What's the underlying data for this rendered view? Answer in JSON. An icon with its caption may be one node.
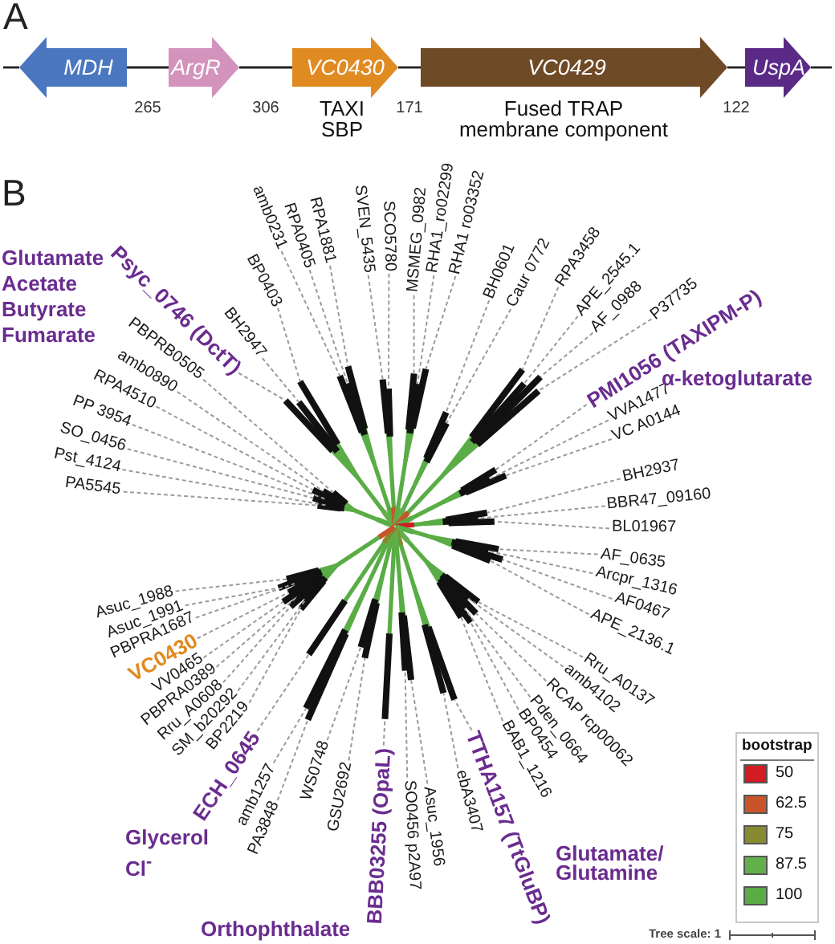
{
  "diagram": {
    "nodes": [
      {
        "text": [
          "MDH"
        ]
      },
      {
        "text": [
          "ArgR"
        ]
      },
      {
        "text": [
          "VC0430"
        ],
        "beside": [
          "TAXI SBP"
        ]
      },
      {
        "text": [
          "VC0429"
        ],
        "beside": [
          "Fused TRAP membrane component"
        ]
      },
      {
        "text": [
          "UspA"
        ]
      },
      {
        "text": [
          "PA5545"
        ]
      },
      {
        "text": [
          "Pst_4124"
        ]
      },
      {
        "text": [
          "SO_0456"
        ]
      },
      {
        "text": [
          "PP 3954"
        ]
      },
      {
        "text": [
          "RPA4510"
        ]
      },
      {
        "text": [
          "amb0890"
        ]
      },
      {
        "text": [
          "PBPRB0505"
        ]
      },
      {
        "text": [
          "Psyc_0746 (DctT)"
        ]
      },
      {
        "text": [
          "BH2947"
        ]
      },
      {
        "text": [
          "BP0403"
        ]
      },
      {
        "text": [
          "amb0231"
        ]
      },
      {
        "text": [
          "RPA0405"
        ]
      },
      {
        "text": [
          "RPA1881"
        ]
      },
      {
        "text": [
          "SVEN_5435"
        ]
      },
      {
        "text": [
          "SCO5780"
        ]
      },
      {
        "text": [
          "MSMEG_0982"
        ]
      },
      {
        "text": [
          "RHA1_ro02299"
        ]
      },
      {
        "text": [
          "RHA1 ro03352"
        ]
      },
      {
        "text": [
          "BH0601"
        ]
      },
      {
        "text": [
          "Caur 0772"
        ]
      },
      {
        "text": [
          "RPA3458"
        ]
      },
      {
        "text": [
          "APE_2545.1"
        ]
      },
      {
        "text": [
          "AF_0988"
        ]
      },
      {
        "text": [
          "P37735"
        ]
      },
      {
        "text": [
          "PMI1056 (TAXIPM-P)"
        ]
      },
      {
        "text": [
          "VVA1477"
        ]
      },
      {
        "text": [
          "VC A0144"
        ]
      },
      {
        "text": [
          "BH2937"
        ]
      },
      {
        "text": [
          "BBR47_09160"
        ]
      },
      {
        "text": [
          "BL01967"
        ]
      },
      {
        "text": [
          "AF_0635"
        ]
      },
      {
        "text": [
          "Arcpr_1316"
        ]
      },
      {
        "text": [
          "AF0467"
        ]
      },
      {
        "text": [
          "APE_2136.1"
        ]
      },
      {
        "text": [
          "Rru_A0137"
        ]
      },
      {
        "text": [
          "amb4102"
        ]
      },
      {
        "text": [
          "RCAP rcp00062"
        ]
      },
      {
        "text": [
          "Pden_0664"
        ]
      },
      {
        "text": [
          "BP0454"
        ]
      },
      {
        "text": [
          "BAB1_1216"
        ]
      },
      {
        "text": [
          "TTHA1157 (TtGluBP)"
        ]
      },
      {
        "text": [
          "ebA3407"
        ]
      },
      {
        "text": [
          "Asuc_1956"
        ]
      },
      {
        "text": [
          "SO0456 p2A97"
        ]
      },
      {
        "text": [
          "BBB03255 (OpaL)"
        ]
      },
      {
        "text": [
          "GSU2692"
        ]
      },
      {
        "text": [
          "WS0748"
        ]
      },
      {
        "text": [
          "PA3848"
        ]
      },
      {
        "text": [
          "amb1257"
        ]
      },
      {
        "text": [
          "ECH_0645"
        ]
      },
      {
        "text": [
          "BP2219"
        ]
      },
      {
        "text": [
          "SM_b20292"
        ]
      },
      {
        "text": [
          "Rru_A0608"
        ]
      },
      {
        "text": [
          "PBPRA0389"
        ]
      },
      {
        "text": [
          "VV0465"
        ]
      },
      {
        "text": [
          "VC0430"
        ]
      },
      {
        "text": [
          "PBPRA1687"
        ]
      },
      {
        "text": [
          "Asuc_1991"
        ]
      },
      {
        "text": [
          "Asuc_1988"
        ]
      },
      {
        "text": [],
        "shape": "picture"
      }
    ],
    "edges": [
      {
        "from": 0,
        "to": 1,
        "arrow": "none",
        "label": "265",
        "color": "#222222"
      },
      {
        "from": 1,
        "to": 2,
        "arrow": "none",
        "label": "306",
        "color": "#222222"
      },
      {
        "from": 2,
        "to": 3,
        "arrow": "none",
        "label": "171",
        "color": "#222222"
      },
      {
        "from": 3,
        "to": 4,
        "arrow": "none",
        "label": "122",
        "color": "#222222"
      },
      {
        "from": 5,
        "to": 64,
        "arrow": "none",
        "style": "dashed"
      },
      {
        "from": 6,
        "to": 64,
        "arrow": "none",
        "style": "dashed"
      },
      {
        "from": 7,
        "to": 64,
        "arrow": "none",
        "style": "dashed"
      },
      {
        "from": 8,
        "to": 64,
        "arrow": "none",
        "style": "dashed"
      },
      {
        "from": 9,
        "to": 64,
        "arrow": "none",
        "style": "dashed"
      },
      {
        "from": 10,
        "to": 64,
        "arrow": "none",
        "style": "dashed"
      },
      {
        "from": 11,
        "to": 64,
        "arrow": "none",
        "style": "dashed"
      },
      {
        "from": 12,
        "to": 64,
        "arrow": "none",
        "style": "dashed"
      },
      {
        "from": 13,
        "to": 64,
        "arrow": "none",
        "style": "dashed"
      },
      {
        "from": 14,
        "to": 64,
        "arrow": "none",
        "style": "dashed"
      },
      {
        "from": 15,
        "to": 64,
        "arrow": "none",
        "style": "dashed"
      },
      {
        "from": 16,
        "to": 64,
        "arrow": "none",
        "style": "dashed"
      },
      {
        "from": 17,
        "to": 64,
        "arrow": "none",
        "style": "dashed"
      },
      {
        "from": 18,
        "to": 64,
        "arrow": "none",
        "style": "dashed"
      },
      {
        "from": 19,
        "to": 64,
        "arrow": "none",
        "style": "dashed"
      },
      {
        "from": 20,
        "to": 64,
        "arrow": "none",
        "style": "dashed"
      },
      {
        "from": 21,
        "to": 64,
        "arrow": "none",
        "style": "dashed"
      },
      {
        "from": 22,
        "to": 64,
        "arrow": "none",
        "style": "dashed"
      },
      {
        "from": 23,
        "to": 64,
        "arrow": "none",
        "style": "dashed"
      },
      {
        "from": 24,
        "to": 64,
        "arrow": "none",
        "style": "dashed"
      },
      {
        "from": 25,
        "to": 64,
        "arrow": "none",
        "style": "dashed"
      },
      {
        "from": 26,
        "to": 64,
        "arrow": "none",
        "style": "dashed"
      },
      {
        "from": 27,
        "to": 64,
        "arrow": "none",
        "style": "dashed"
      },
      {
        "from": 28,
        "to": 64,
        "arrow": "none",
        "style": "dashed"
      },
      {
        "from": 29,
        "to": 64,
        "arrow": "none",
        "style": "dashed"
      },
      {
        "from": 30,
        "to": 64,
        "arrow": "none",
        "style": "dashed"
      },
      {
        "from": 31,
        "to": 64,
        "arrow": "none",
        "style": "dashed"
      },
      {
        "from": 32,
        "to": 64,
        "arrow": "none",
        "style": "dashed"
      },
      {
        "from": 33,
        "to": 64,
        "arrow": "none",
        "style": "dashed"
      },
      {
        "from": 34,
        "to": 64,
        "arrow": "none",
        "style": "dashed"
      },
      {
        "from": 35,
        "to": 64,
        "arrow": "none",
        "style": "dashed"
      },
      {
        "from": 36,
        "to": 64,
        "arrow": "none",
        "style": "dashed"
      },
      {
        "from": 37,
        "to": 64,
        "arrow": "none",
        "style": "dashed"
      },
      {
        "from": 38,
        "to": 64,
        "arrow": "none",
        "style": "dashed"
      },
      {
        "from": 39,
        "to": 64,
        "arrow": "none",
        "style": "dashed"
      },
      {
        "from": 40,
        "to": 64,
        "arrow": "none",
        "style": "dashed"
      },
      {
        "from": 41,
        "to": 64,
        "arrow": "none",
        "style": "dashed"
      },
      {
        "from": 42,
        "to": 64,
        "arrow": "none",
        "style": "dashed"
      },
      {
        "from": 43,
        "to": 64,
        "arrow": "none",
        "style": "dashed"
      },
      {
        "from": 44,
        "to": 64,
        "arrow": "none",
        "style": "dashed"
      },
      {
        "from": 45,
        "to": 64,
        "arrow": "none",
        "style": "dashed"
      },
      {
        "from": 46,
        "to": 64,
        "arrow": "none",
        "style": "dashed"
      },
      {
        "from": 47,
        "to": 64,
        "arrow": "none",
        "style": "dashed"
      },
      {
        "from": 48,
        "to": 64,
        "arrow": "none",
        "style": "dashed"
      },
      {
        "from": 49,
        "to": 64,
        "arrow": "none",
        "style": "dashed"
      },
      {
        "from": 50,
        "to": 64,
        "arrow": "none",
        "style": "dashed"
      },
      {
        "from": 51,
        "to": 64,
        "arrow": "none",
        "style": "dashed"
      },
      {
        "from": 52,
        "to": 64,
        "arrow": "none",
        "style": "dashed"
      },
      {
        "from": 53,
        "to": 64,
        "arrow": "none",
        "style": "dashed"
      },
      {
        "from": 54,
        "to": 64,
        "arrow": "none",
        "style": "dashed"
      },
      {
        "from": 55,
        "to": 64,
        "arrow": "none",
        "style": "dashed"
      },
      {
        "from": 56,
        "to": 64,
        "arrow": "none",
        "style": "dashed"
      },
      {
        "from": 57,
        "to": 64,
        "arrow": "none",
        "style": "dashed"
      },
      {
        "from": 58,
        "to": 64,
        "arrow": "none",
        "style": "dashed"
      },
      {
        "from": 59,
        "to": 64,
        "arrow": "none",
        "style": "dashed"
      },
      {
        "from": 60,
        "to": 64,
        "arrow": "none",
        "style": "dashed"
      },
      {
        "from": 61,
        "to": 64,
        "arrow": "none",
        "style": "dashed"
      },
      {
        "from": 62,
        "to": 64,
        "arrow": "none",
        "style": "dashed"
      },
      {
        "from": 63,
        "to": 64,
        "arrow": "none",
        "style": "dashed"
      }
    ],
    "labels": [
      "A",
      "B",
      "Glutamate",
      "Acetate",
      "Butyrate",
      "Fumarate",
      "α-ketoglutarate",
      "bootstrap",
      "Glycerol",
      "Glutamate/ Glutamine",
      "Cl$^{-}$",
      "Orthophthalate",
      "Tree scale: 1"
    ],
    "legend": [
      {
        "text": "50",
        "color": "#d01c22"
      },
      {
        "text": "62.5",
        "color": "#c9542a"
      },
      {
        "text": "75",
        "color": "#878a2e"
      },
      {
        "text": "87.5",
        "color": "#62b04b"
      },
      {
        "text": "100",
        "color": "#5aad46"
      }
    ]
  }
}
